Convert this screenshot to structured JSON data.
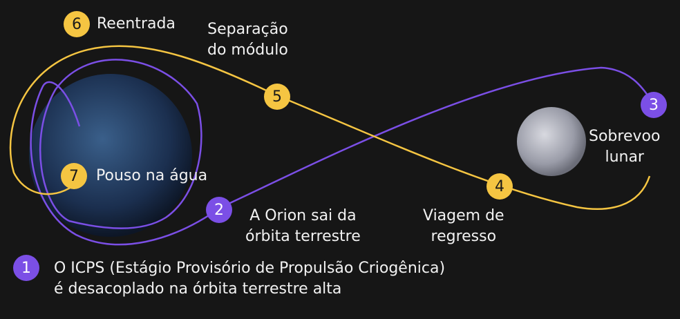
{
  "colors": {
    "background": "#161616",
    "outbound_path": "#7B4FE6",
    "return_path": "#F5C542"
  },
  "steps": [
    {
      "number": "1",
      "line1": "O ICPS (Estágio Provisório de Propulsão Criogênica)",
      "line2": "é desacoplado na órbita terrestre alta",
      "color": "purple"
    },
    {
      "number": "2",
      "line1": "A Orion sai da",
      "line2": "órbita terrestre",
      "color": "purple"
    },
    {
      "number": "3",
      "line1": "Sobrevoo",
      "line2": "lunar",
      "color": "purple"
    },
    {
      "number": "4",
      "line1": "Viagem de",
      "line2": "regresso",
      "color": "yellow"
    },
    {
      "number": "5",
      "line1": "Separação",
      "line2": "do módulo",
      "color": "yellow"
    },
    {
      "number": "6",
      "line1": "Reentrada",
      "color": "yellow"
    },
    {
      "number": "7",
      "line1": "Pouso na água",
      "color": "yellow"
    }
  ],
  "bodies": {
    "earth": "earth-globe",
    "moon": "moon"
  }
}
